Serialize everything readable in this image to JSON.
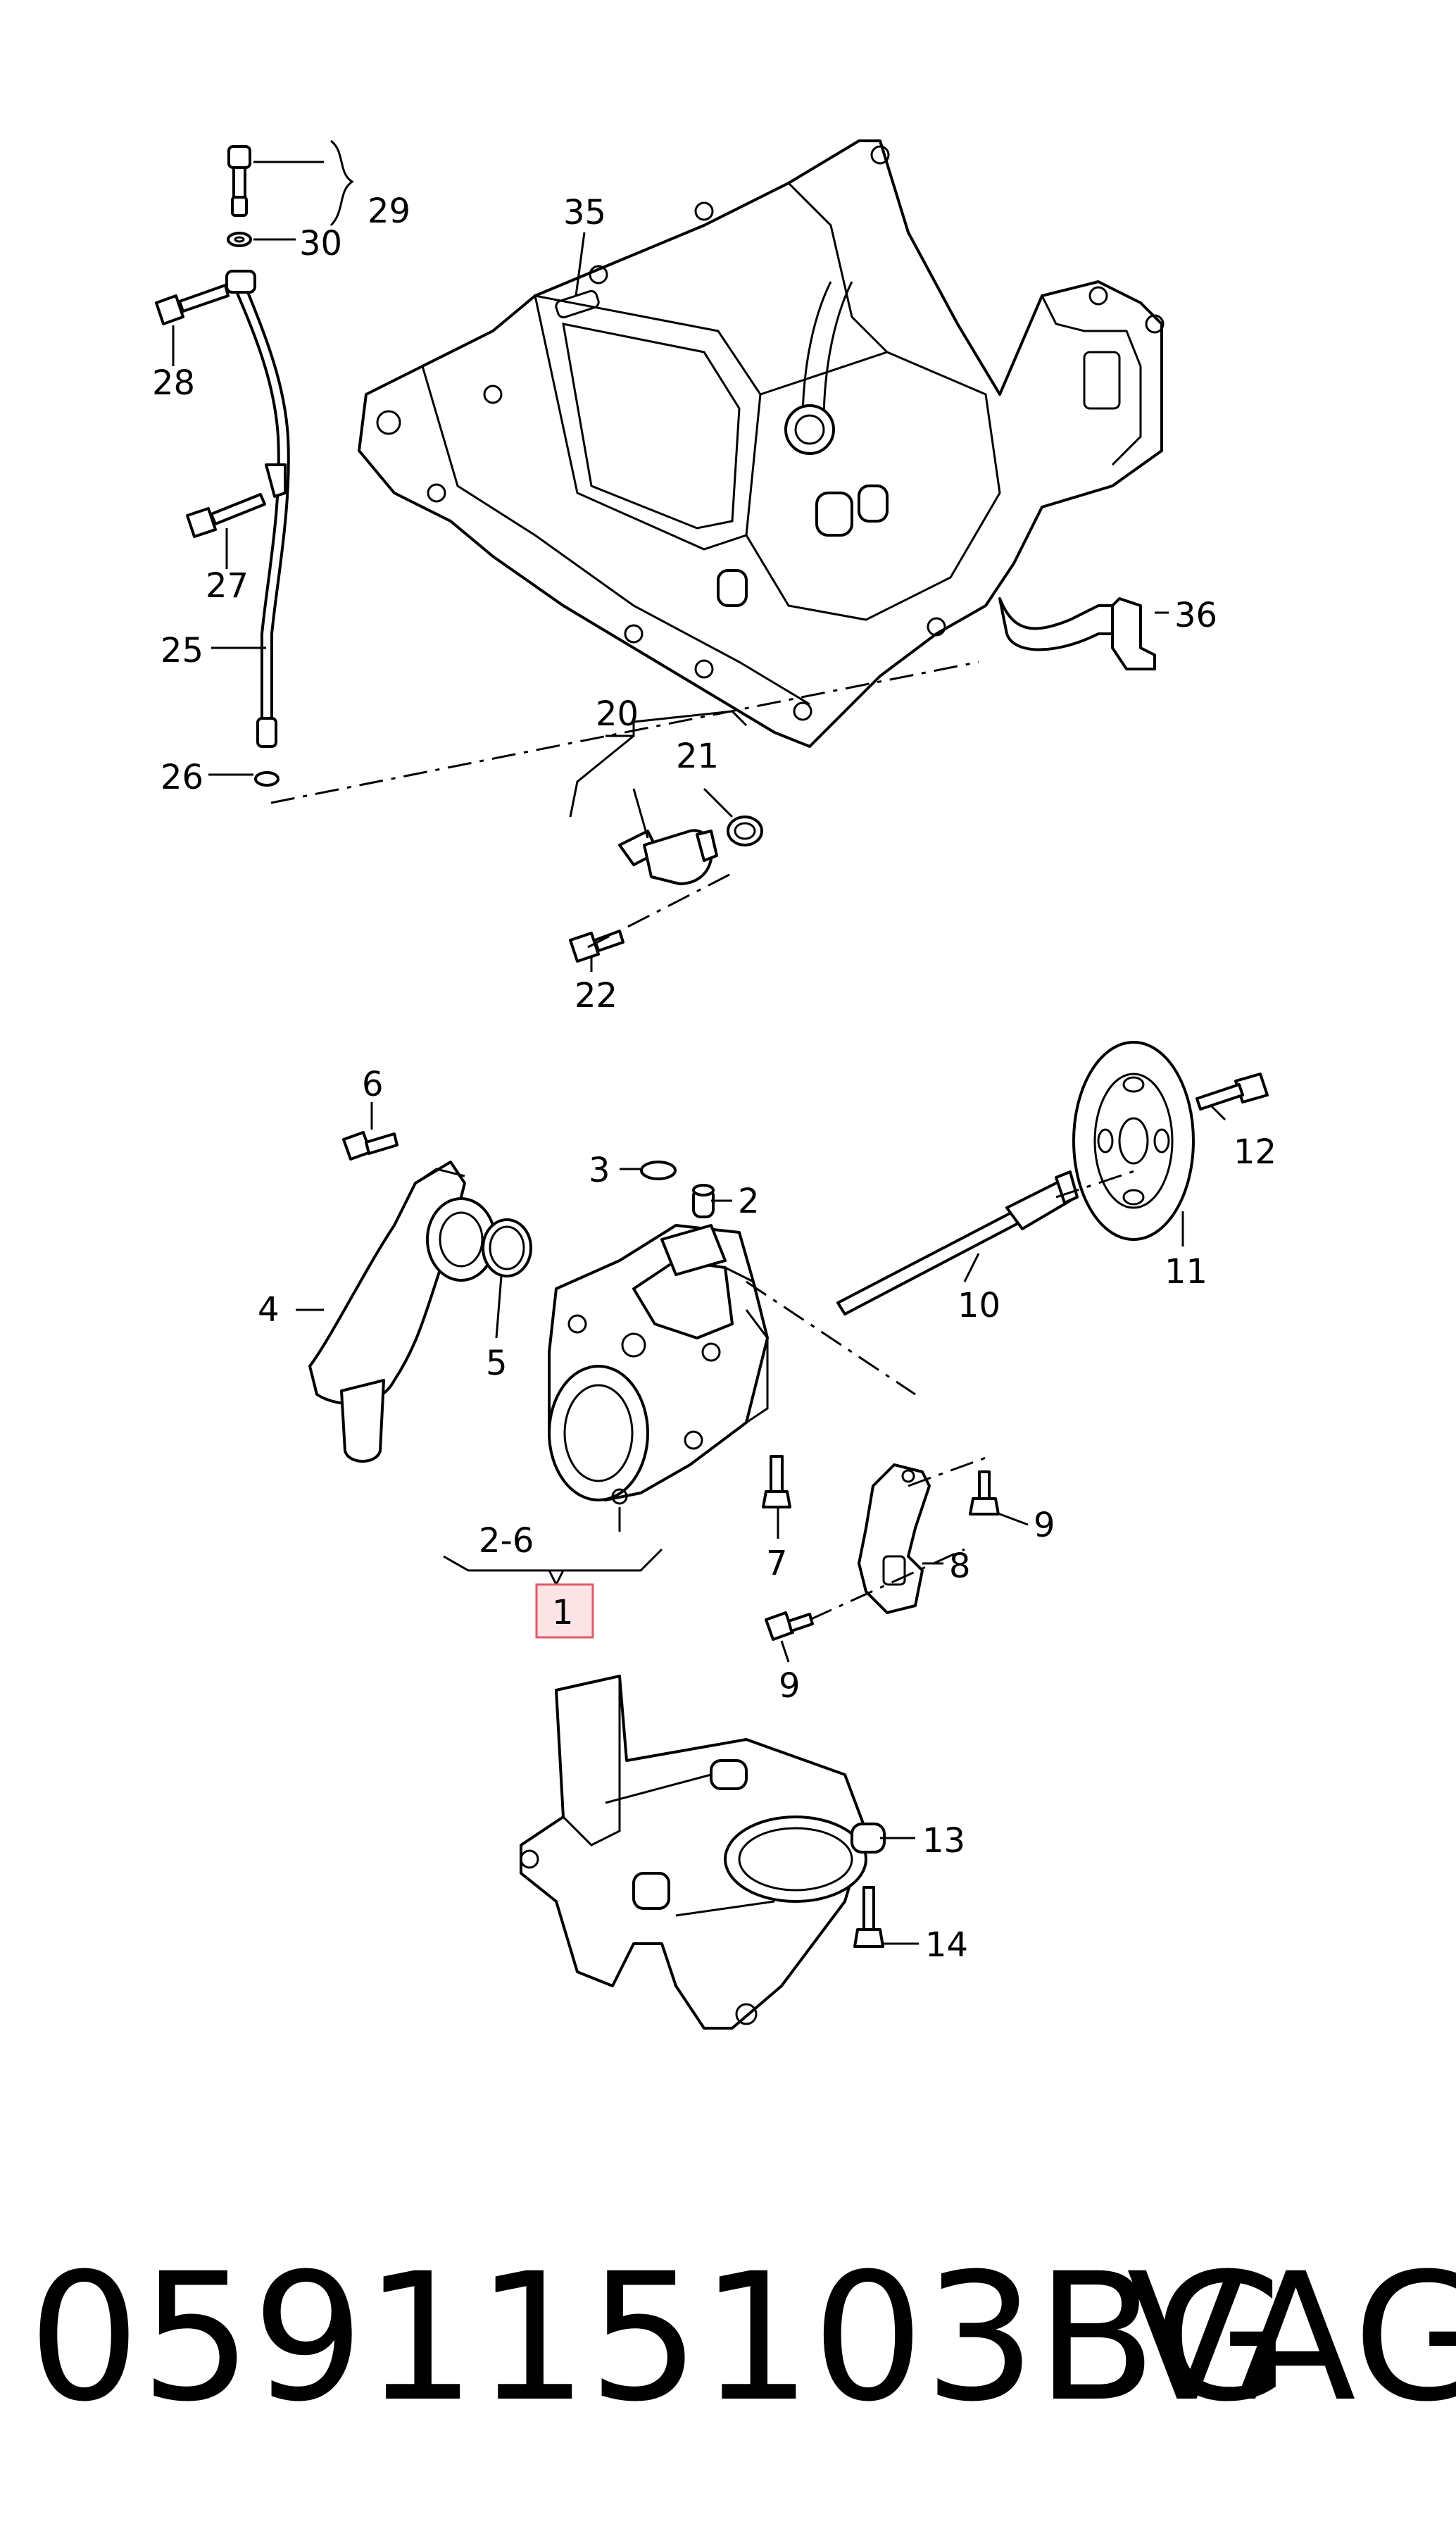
{
  "labels": {
    "l35": "35",
    "l29": "29",
    "l30": "30",
    "l28": "28",
    "l27": "27",
    "l25": "25",
    "l26": "26",
    "l36": "36",
    "l20": "20",
    "l21": "21",
    "l22": "22",
    "l6": "6",
    "l3": "3",
    "l2": "2",
    "l12": "12",
    "l4": "4",
    "l5": "5",
    "l10": "10",
    "l11": "11",
    "l9a": "9",
    "l7": "7",
    "l8": "8",
    "l9b": "9",
    "l26g": "2-6",
    "l1": "1",
    "l13": "13",
    "l14": "14"
  },
  "footer": {
    "part_number": "059115103BG",
    "brand": "VAG"
  },
  "colors": {
    "highlight_fill": "#fbe3e6",
    "highlight_stroke": "#e05a6a",
    "ink": "#000000"
  }
}
